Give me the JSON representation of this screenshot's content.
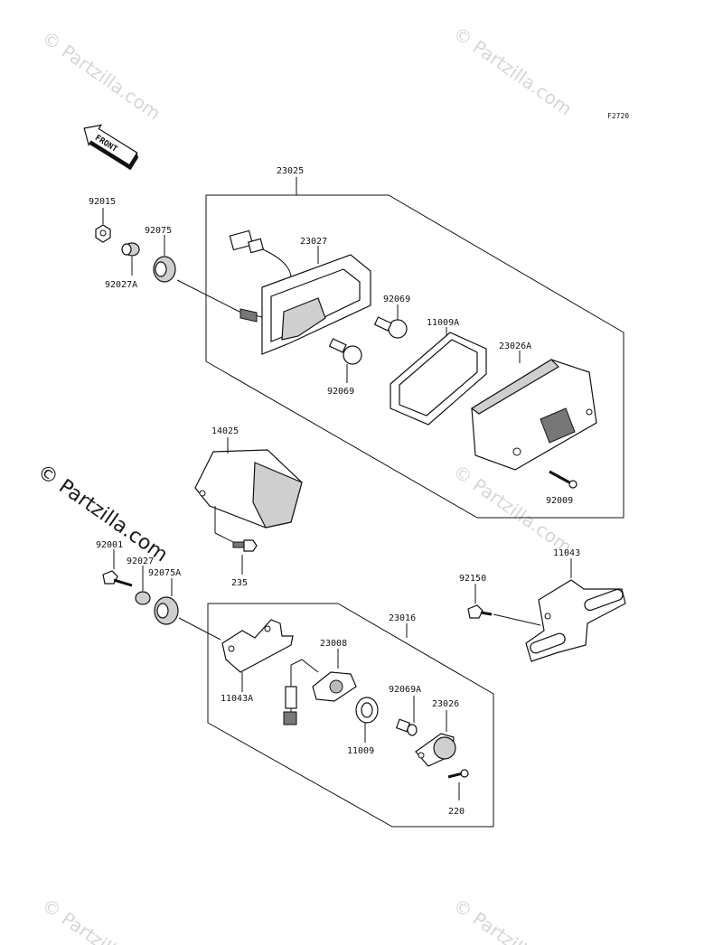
{
  "figure_code": "F2720",
  "front_arrow_label": "FRONT",
  "watermark_text": "© Partzilla.com",
  "parts": [
    {
      "id": "p23025",
      "label": "23025"
    },
    {
      "id": "p92015",
      "label": "92015"
    },
    {
      "id": "p92075",
      "label": "92075"
    },
    {
      "id": "p92027A",
      "label": "92027A"
    },
    {
      "id": "p23027",
      "label": "23027"
    },
    {
      "id": "p92069a",
      "label": "92069"
    },
    {
      "id": "p11009A",
      "label": "11009A"
    },
    {
      "id": "p23026A",
      "label": "23026A"
    },
    {
      "id": "p92069b",
      "label": "92069"
    },
    {
      "id": "p92009",
      "label": "92009"
    },
    {
      "id": "p14025",
      "label": "14025"
    },
    {
      "id": "p235",
      "label": "235"
    },
    {
      "id": "p92001",
      "label": "92001"
    },
    {
      "id": "p92027",
      "label": "92027"
    },
    {
      "id": "p92075A",
      "label": "92075A"
    },
    {
      "id": "p11043",
      "label": "11043"
    },
    {
      "id": "p92150",
      "label": "92150"
    },
    {
      "id": "p23016",
      "label": "23016"
    },
    {
      "id": "p23008",
      "label": "23008"
    },
    {
      "id": "p92069A",
      "label": "92069A"
    },
    {
      "id": "p23026",
      "label": "23026"
    },
    {
      "id": "p11043A",
      "label": "11043A"
    },
    {
      "id": "p11009",
      "label": "11009"
    },
    {
      "id": "p220",
      "label": "220"
    }
  ]
}
